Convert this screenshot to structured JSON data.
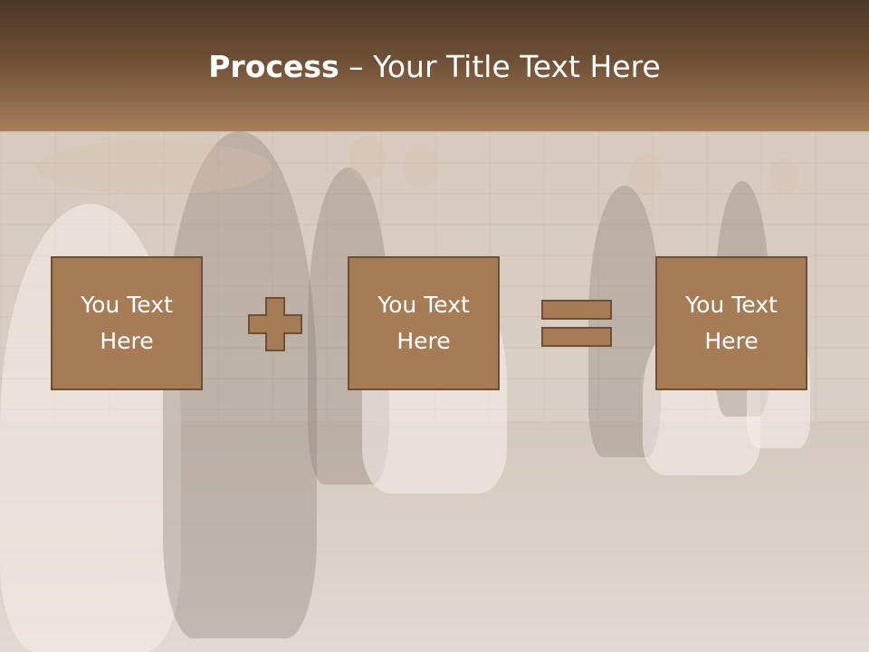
{
  "title": {
    "bold": "Process",
    "rest": " – Your Title Text Here"
  },
  "boxes": [
    {
      "line1": "You Text",
      "line2": "Here"
    },
    {
      "line1": "You Text",
      "line2": "Here"
    },
    {
      "line1": "You Text",
      "line2": "Here"
    }
  ],
  "operators": {
    "plus": "plus-icon",
    "equals": "equals-icon"
  },
  "colors": {
    "header": "#6e4f36",
    "box_fill": "#a67c57",
    "box_border": "#6e4f36",
    "text": "#ffffff"
  }
}
